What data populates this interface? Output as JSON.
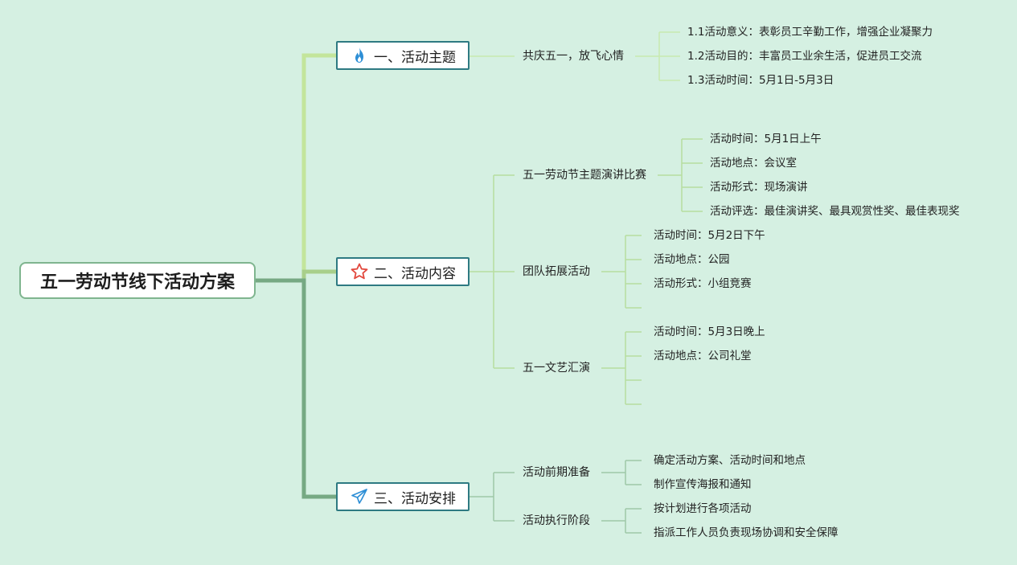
{
  "root": {
    "label": "五一劳动节线下活动方案"
  },
  "branches": [
    {
      "label": "一、活动主题",
      "icon": "fire-icon",
      "subtopics": [
        {
          "label": "共庆五一，放飞心情",
          "items": [
            "1.1活动意义：表彰员工辛勤工作，增强企业凝聚力",
            "1.2活动目的：丰富员工业余生活，促进员工交流",
            "1.3活动时间：5月1日-5月3日"
          ]
        }
      ]
    },
    {
      "label": "二、活动内容",
      "icon": "star-icon",
      "subtopics": [
        {
          "label": "五一劳动节主题演讲比赛",
          "items": [
            "活动时间：5月1日上午",
            "活动地点：会议室",
            "活动形式：现场演讲",
            "活动评选：最佳演讲奖、最具观赏性奖、最佳表现奖"
          ]
        },
        {
          "label": "团队拓展活动",
          "items": [
            "活动时间：5月2日下午",
            "活动地点：公园",
            "活动形式：小组竞赛",
            ""
          ]
        },
        {
          "label": "五一文艺汇演",
          "items": [
            "活动时间：5月3日晚上",
            "活动地点：公司礼堂",
            "",
            ""
          ]
        }
      ]
    },
    {
      "label": "三、活动安排",
      "icon": "paper-plane-icon",
      "subtopics": [
        {
          "label": "活动前期准备",
          "items": [
            "确定活动方案、活动时间和地点",
            "制作宣传海报和通知"
          ]
        },
        {
          "label": "活动执行阶段",
          "items": [
            "按计划进行各项活动",
            "指派工作人员负责现场协调和安全保障"
          ]
        }
      ]
    }
  ],
  "colors": {
    "background": "#d5f0e2",
    "branch1": "#c3e59b",
    "branch2": "#a8cf8a",
    "branch3": "#76a983",
    "topic_border": "#2e7a82",
    "fire": "#2e8fd6",
    "star": "#e2483d",
    "plane": "#2e8fd6"
  }
}
